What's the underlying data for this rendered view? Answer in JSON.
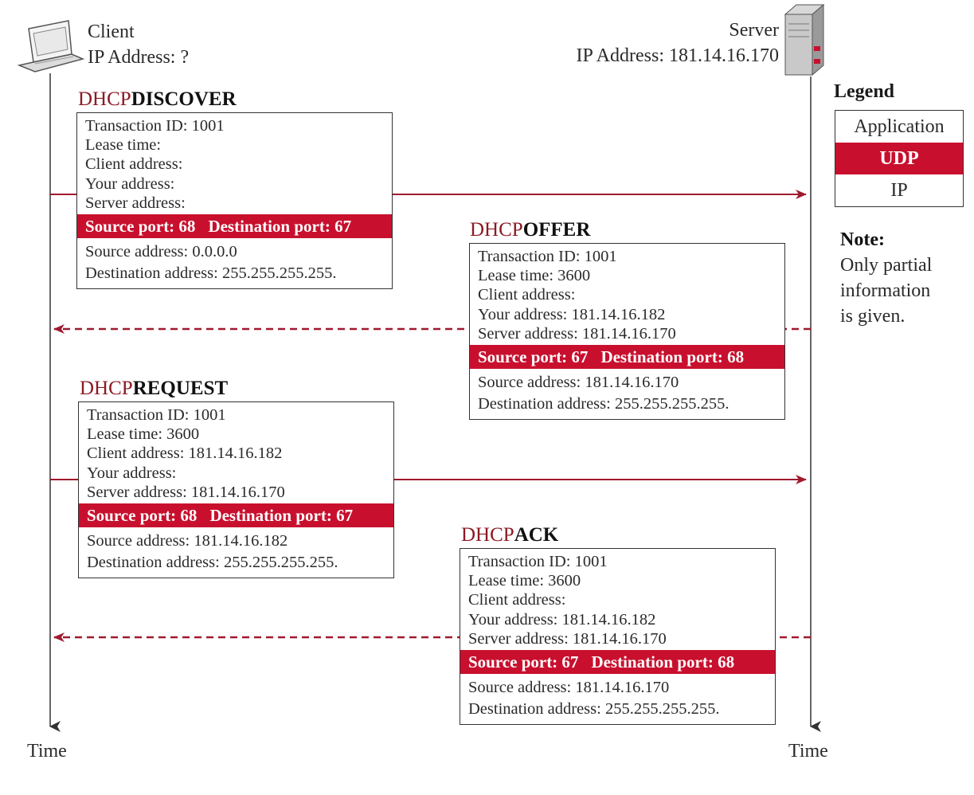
{
  "client": {
    "title": "Client",
    "ip": "IP Address: ?"
  },
  "server": {
    "title": "Server",
    "ip": "IP Address: 181.14.16.170"
  },
  "messages": [
    {
      "prefix": "DHCP",
      "suffix": "DISCOVER",
      "app": [
        "Transaction ID: 1001",
        "Lease time:",
        "Client address:",
        "Your address:",
        "Server address:"
      ],
      "udp": {
        "src": "Source port: 68",
        "dst": "Destination port: 67"
      },
      "ip": [
        "Source address: 0.0.0.0",
        "Destination address: 255.255.255.255."
      ],
      "direction": "client-to-server"
    },
    {
      "prefix": "DHCP",
      "suffix": "OFFER",
      "app": [
        "Transaction ID: 1001",
        "Lease time: 3600",
        "Client address:",
        "Your address: 181.14.16.182",
        "Server address: 181.14.16.170"
      ],
      "udp": {
        "src": "Source port: 67",
        "dst": "Destination port: 68"
      },
      "ip": [
        "Source address: 181.14.16.170",
        "Destination address: 255.255.255.255."
      ],
      "direction": "server-to-client"
    },
    {
      "prefix": "DHCP",
      "suffix": "REQUEST",
      "app": [
        "Transaction ID: 1001",
        "Lease time: 3600",
        "Client address: 181.14.16.182",
        "Your address:",
        "Server address: 181.14.16.170"
      ],
      "udp": {
        "src": "Source port: 68",
        "dst": "Destination port: 67"
      },
      "ip": [
        "Source address: 181.14.16.182",
        "Destination address: 255.255.255.255."
      ],
      "direction": "client-to-server"
    },
    {
      "prefix": "DHCP",
      "suffix": "ACK",
      "app": [
        "Transaction ID: 1001",
        "Lease time: 3600",
        "Client address:",
        "Your address: 181.14.16.182",
        "Server address: 181.14.16.170"
      ],
      "udp": {
        "src": "Source port: 67",
        "dst": "Destination port: 68"
      },
      "ip": [
        "Source address: 181.14.16.170",
        "Destination address: 255.255.255.255."
      ],
      "direction": "server-to-client"
    }
  ],
  "legend": {
    "title": "Legend",
    "rows": [
      "Application",
      "UDP",
      "IP"
    ]
  },
  "note": {
    "title": "Note:",
    "lines": [
      "Only partial",
      "information",
      "is given."
    ]
  },
  "time_label": "Time",
  "colors": {
    "accent": "#c8102e",
    "message_prefix": "#8b1a24",
    "arrow": "#a0192e",
    "line": "#333333"
  },
  "icons": {
    "client": "laptop-icon",
    "server": "server-tower-icon"
  }
}
